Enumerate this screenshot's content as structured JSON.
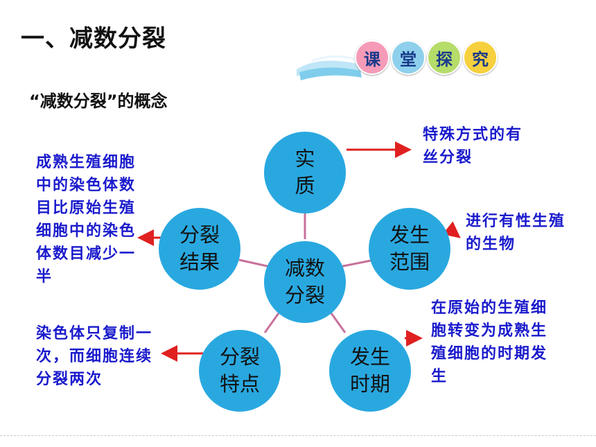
{
  "title": "一、减数分裂",
  "subtitle": "“减数分裂”的概念",
  "badge": [
    "课",
    "堂",
    "探",
    "究"
  ],
  "badge_colors": [
    "#f59bb8",
    "#8ed0ec",
    "#b6dc6a",
    "#f6d03e"
  ],
  "center": "减数分裂",
  "nodes": {
    "shizhi": "实质",
    "fanwei": "发生范围",
    "shiqi": "发生时期",
    "tedian": "分裂特点",
    "jieguo": "分裂结果"
  },
  "notes": {
    "shizhi": "特殊方式的有丝分裂",
    "fanwei": "进行有性生殖的生物",
    "shiqi": "在原始的生殖细胞转变为成熟生殖细胞的时期发生",
    "tedian": "染色体只复制一次，而细胞连续分裂两次",
    "jieguo": "成熟生殖细胞中的染色体数目比原始生殖细胞中的染色体数目减少一半"
  },
  "colors": {
    "node": "#29a8e0",
    "note": "#1a1acc",
    "arrow": "#e02020",
    "connector": "#c8709a"
  }
}
